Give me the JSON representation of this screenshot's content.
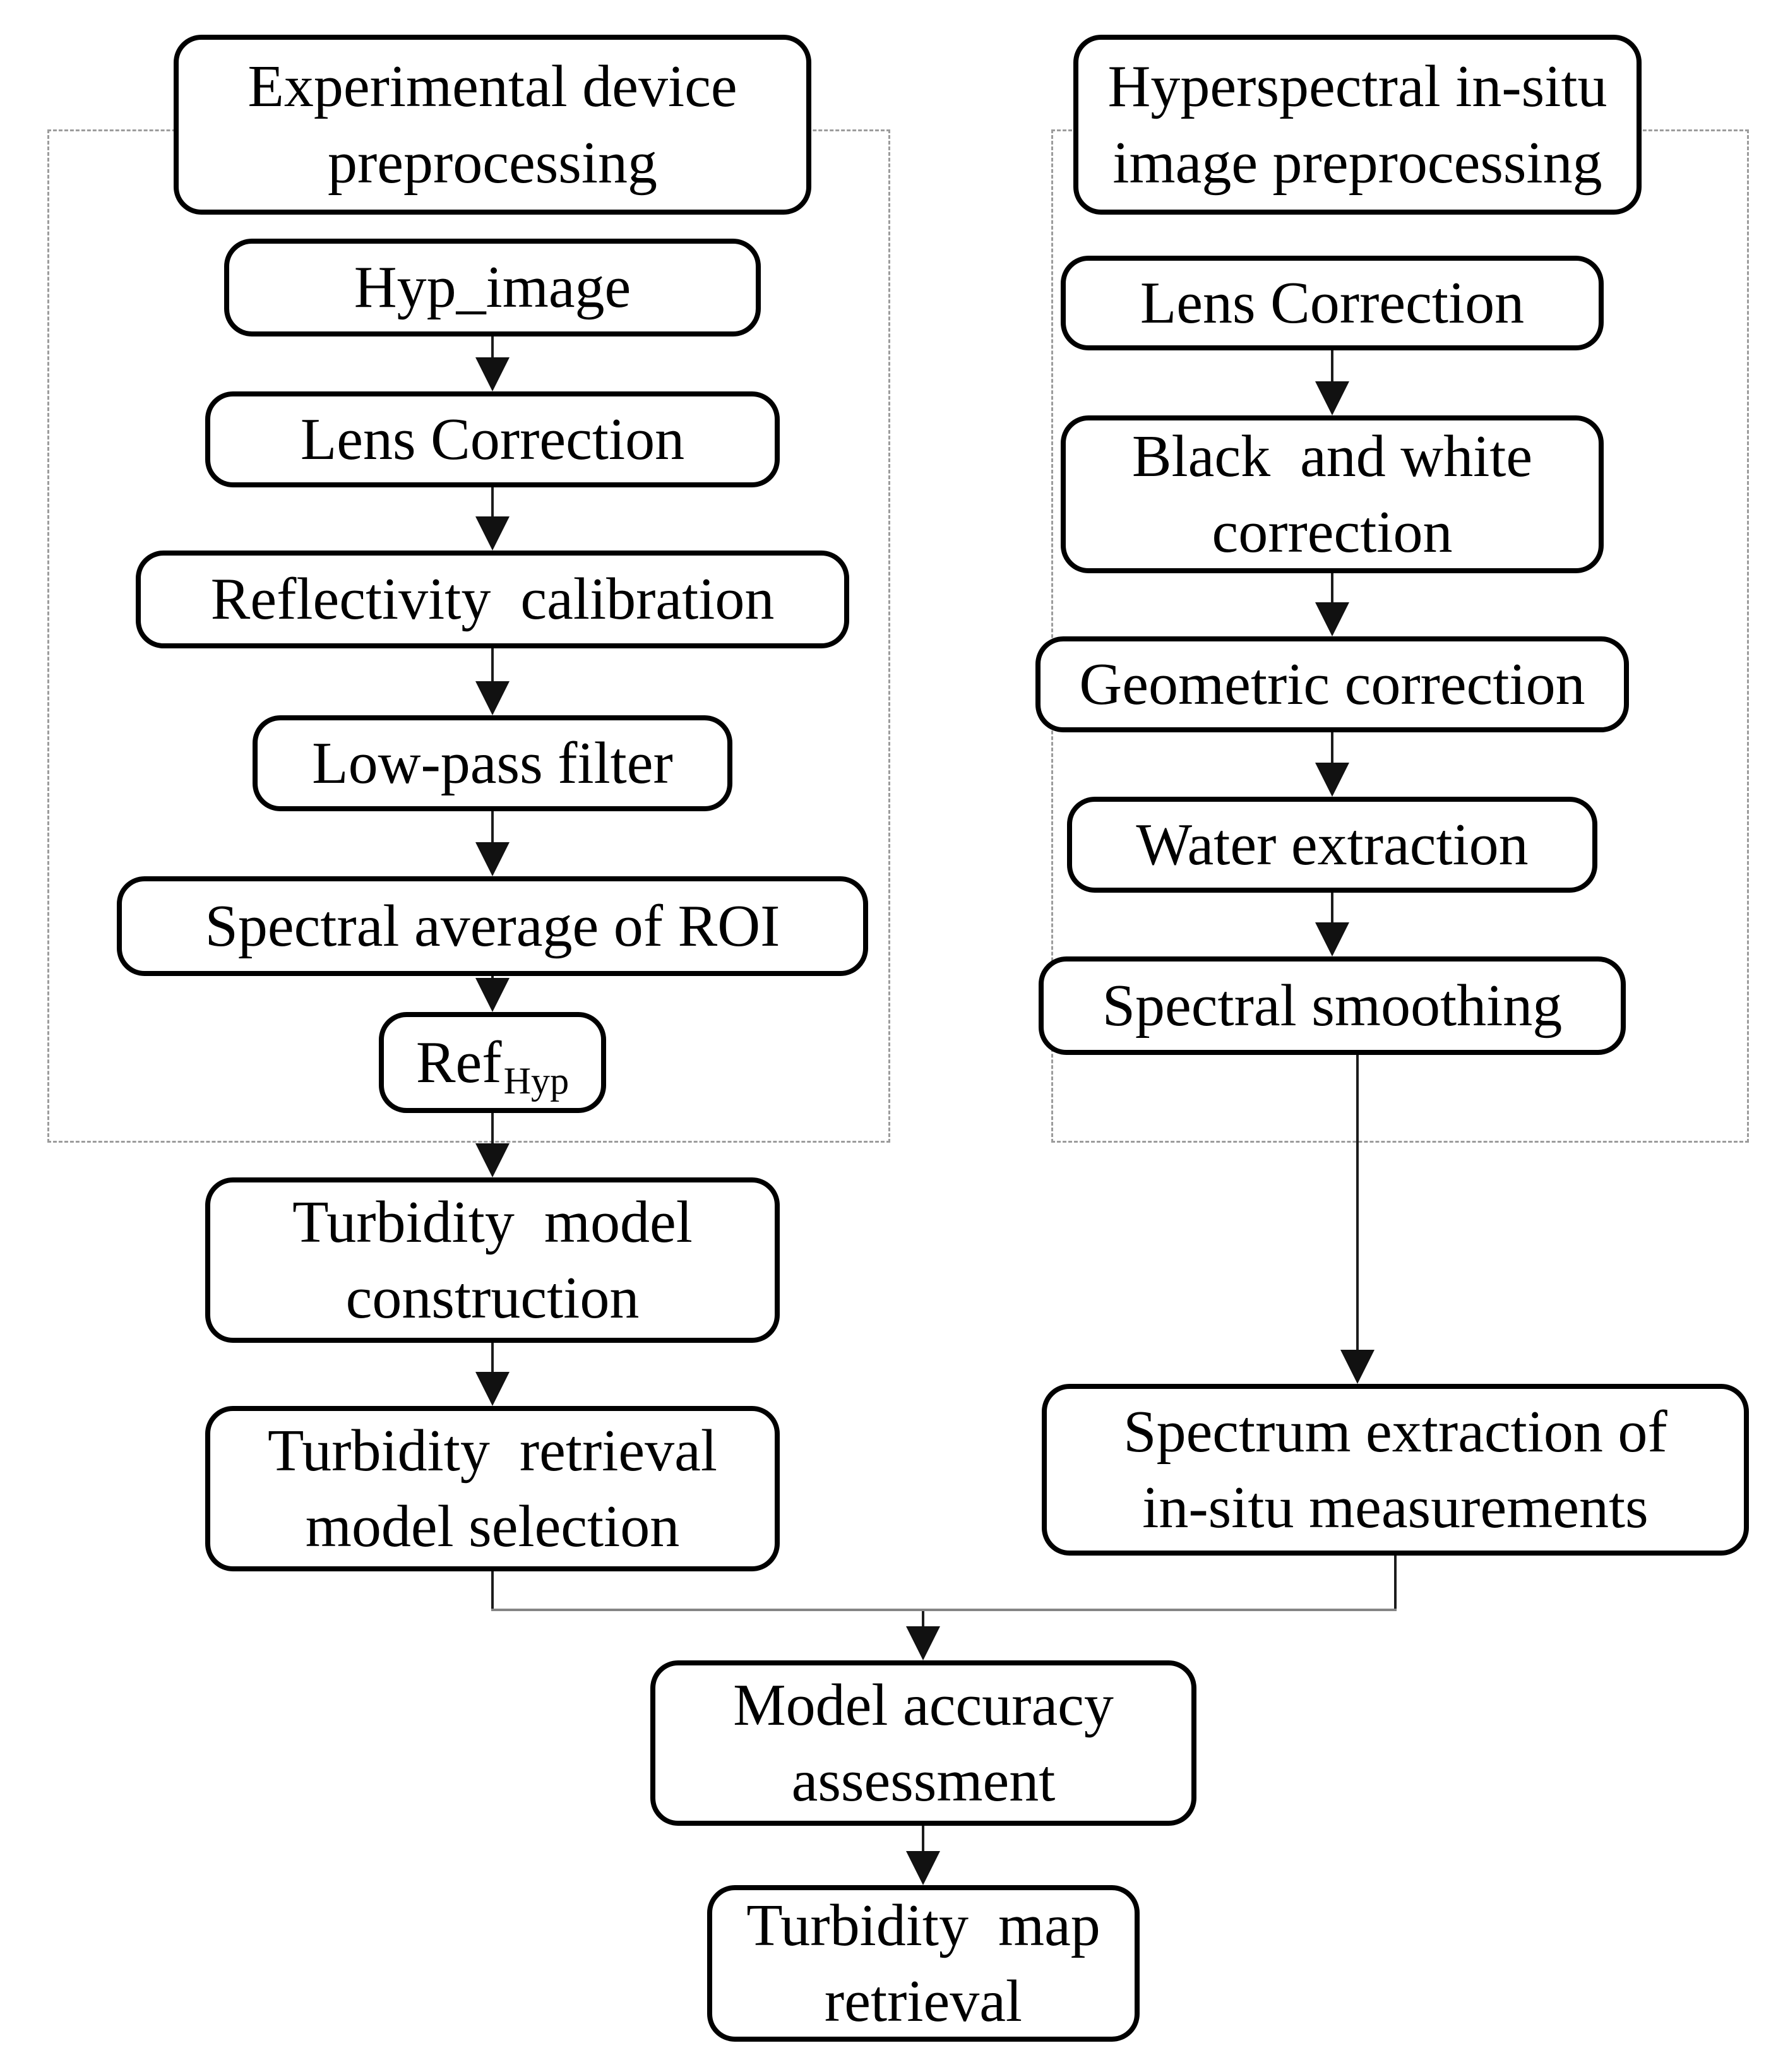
{
  "diagram": {
    "type": "flowchart",
    "background": "#ffffff",
    "colors": {
      "box_fill": "#ffffff",
      "box_border": "#000000",
      "text": "#000000",
      "dashed_group_border": "#9c9c9c",
      "arrow": "#111111",
      "merge_line": "#858585"
    },
    "groups": {
      "left": {
        "title_node": "left_title"
      },
      "right": {
        "title_node": "right_title"
      }
    },
    "nodes": {
      "left_title": {
        "label": "Experimental device\npreprocessing"
      },
      "hyp_image": {
        "label": "Hyp_image"
      },
      "lens_correction_left": {
        "label": "Lens Correction"
      },
      "reflectivity_calibration": {
        "label": "Reflectivity  calibration"
      },
      "low_pass_filter": {
        "label": "Low-pass filter"
      },
      "spectral_average_roi": {
        "label": "Spectral average of ROI"
      },
      "ref_hyp": {
        "base": "Ref",
        "sub": "Hyp"
      },
      "turbidity_model_construction": {
        "label": "Turbidity  model\nconstruction"
      },
      "turbidity_retrieval_model_selection": {
        "label": "Turbidity  retrieval\nmodel selection"
      },
      "right_title": {
        "label": "Hyperspectral in-situ\nimage preprocessing"
      },
      "lens_correction_right": {
        "label": "Lens Correction"
      },
      "black_white_correction": {
        "label": "Black  and white\ncorrection"
      },
      "geometric_correction": {
        "label": "Geometric correction"
      },
      "water_extraction": {
        "label": "Water extraction"
      },
      "spectral_smoothing": {
        "label": "Spectral smoothing"
      },
      "spectrum_extraction": {
        "label": "Spectrum extraction of\nin-situ measurements"
      },
      "model_accuracy_assessment": {
        "label": "Model accuracy\nassessment"
      },
      "turbidity_map_retrieval": {
        "label": "Turbidity  map\nretrieval"
      }
    },
    "edges": [
      {
        "from": "hyp_image",
        "to": "lens_correction_left"
      },
      {
        "from": "lens_correction_left",
        "to": "reflectivity_calibration"
      },
      {
        "from": "reflectivity_calibration",
        "to": "low_pass_filter"
      },
      {
        "from": "low_pass_filter",
        "to": "spectral_average_roi"
      },
      {
        "from": "spectral_average_roi",
        "to": "ref_hyp"
      },
      {
        "from": "ref_hyp",
        "to": "turbidity_model_construction"
      },
      {
        "from": "turbidity_model_construction",
        "to": "turbidity_retrieval_model_selection"
      },
      {
        "from": "lens_correction_right",
        "to": "black_white_correction"
      },
      {
        "from": "black_white_correction",
        "to": "geometric_correction"
      },
      {
        "from": "geometric_correction",
        "to": "water_extraction"
      },
      {
        "from": "water_extraction",
        "to": "spectral_smoothing"
      },
      {
        "from": "spectral_smoothing",
        "to": "spectrum_extraction"
      },
      {
        "from": "turbidity_retrieval_model_selection",
        "to": "model_accuracy_assessment"
      },
      {
        "from": "spectrum_extraction",
        "to": "model_accuracy_assessment"
      },
      {
        "from": "model_accuracy_assessment",
        "to": "turbidity_map_retrieval"
      }
    ]
  }
}
